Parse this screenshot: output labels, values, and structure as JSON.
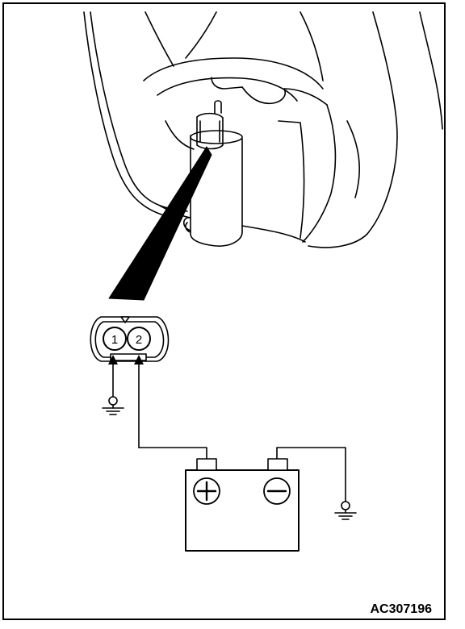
{
  "diagram": {
    "figure_code": "AC307196",
    "connector": {
      "pins": [
        {
          "number": "1"
        },
        {
          "number": "2"
        }
      ]
    },
    "battery": {
      "positive_symbol": "+",
      "negative_symbol": "−"
    },
    "colors": {
      "line": "#000000",
      "background": "#ffffff"
    }
  }
}
